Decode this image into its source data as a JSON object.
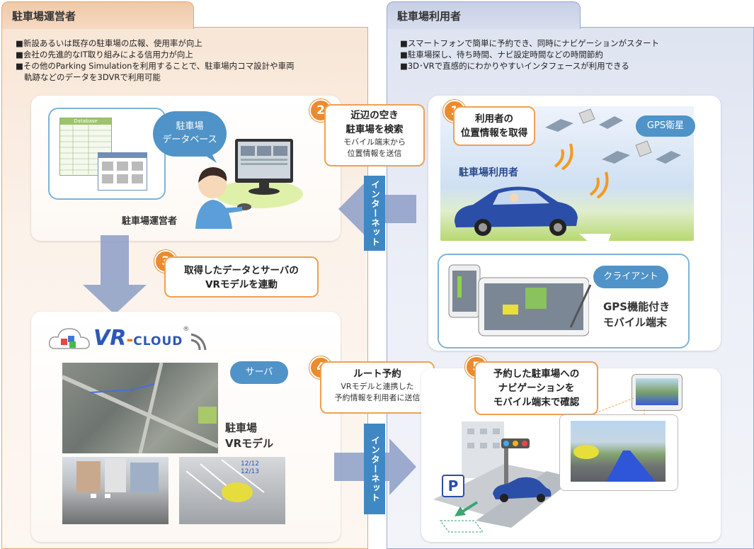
{
  "operator": {
    "tab": "駐車場運営者",
    "bullets": [
      "■新設あるいは既存の駐車場の広報、使用率が向上",
      "■会社の先進的なIT取り組みによる信用力が向上",
      "■その他のParking  Simulationを利用することで、駐車場内コマ設計や車両",
      "軌跡などのデータを3DVRで利用可能"
    ],
    "db_window_title": "Database",
    "db_bubble": [
      "駐車場",
      "データベース"
    ],
    "person_label": "駐車場運営者"
  },
  "user": {
    "tab": "駐車場利用者",
    "bullets": [
      "■スマートフォンで簡単に予約でき、同時にナビゲーションがスタート",
      "■駐車場探し、待ち時間、ナビ設定時間などの時間節約",
      "■3D･VRで直感的にわかりやすいインタフェースが利用できる"
    ],
    "gps_pill": "GPS衛星",
    "car_label": "駐車場利用者",
    "client_pill": "クライアント",
    "device_label": [
      "GPS機能付き",
      "モバイル端末"
    ],
    "parking_sign": "P"
  },
  "steps": [
    {
      "num": "1",
      "title": [
        "利用者の",
        "位置情報を取得"
      ],
      "sub": []
    },
    {
      "num": "2",
      "title": [
        "近辺の空き",
        "駐車場を検索"
      ],
      "sub": [
        "モバイル端末から",
        "位置情報を送信"
      ]
    },
    {
      "num": "3",
      "title": [
        "取得したデータとサーバの",
        "VRモデルを連動"
      ],
      "sub": []
    },
    {
      "num": "4",
      "title": [
        "ルート予約"
      ],
      "sub": [
        "VRモデルと連携した",
        "予約情報を利用者に送信"
      ]
    },
    {
      "num": "5",
      "title": [
        "予約した駐車場への",
        "ナビゲーションを",
        "モバイル端末で確認"
      ],
      "sub": []
    }
  ],
  "internet_label": "インターネット",
  "server": {
    "logo_vr": "VR",
    "logo_dash": "-",
    "logo_cloud": "CLOUD",
    "logo_reg": "®",
    "pill": "サーバ",
    "model_label": [
      "駐車場",
      "VRモデル"
    ],
    "timestamps": [
      "12/12",
      "12/13"
    ]
  },
  "colors": {
    "operator_bg": "#fbeee3",
    "operator_border": "#e3a57a",
    "user_bg": "#e9ecf5",
    "user_border": "#9aa9cf",
    "accent_orange": "#ec8a2e",
    "accent_blue": "#4f93c8",
    "arrow": "#8c9ec6"
  }
}
